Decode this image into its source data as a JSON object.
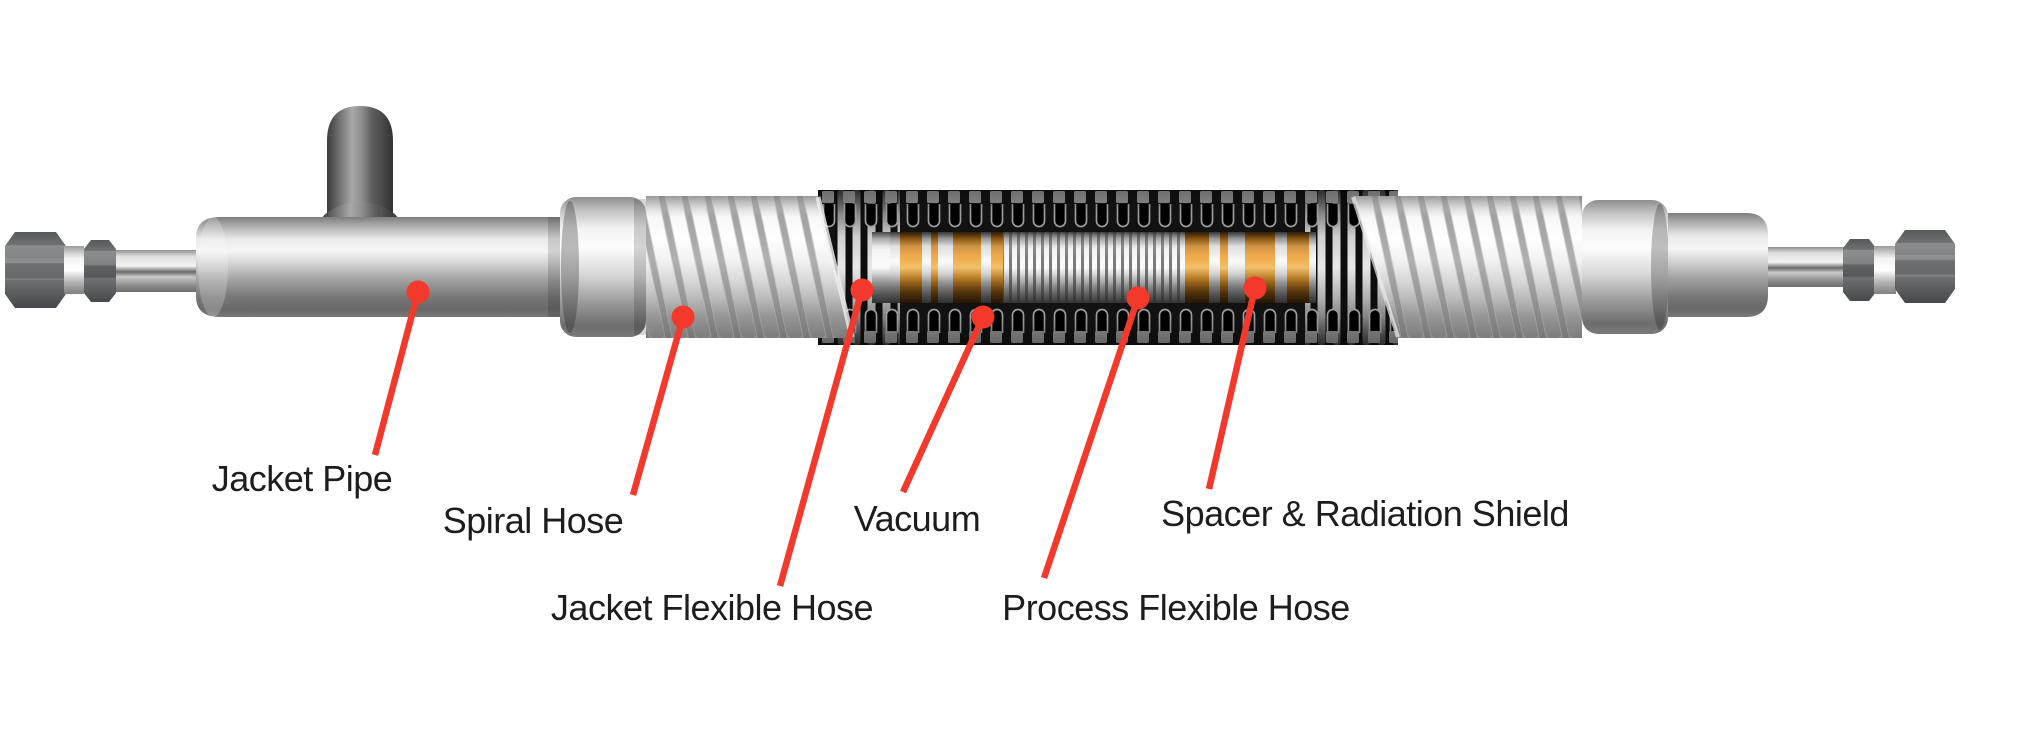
{
  "figure": {
    "type": "labeled-diagram",
    "subject": "Vacuum jacketed flexible hose cutaway",
    "background_color": "#ffffff",
    "accent_color": "#f2392b",
    "label_text_color": "#1d1d1f",
    "materials": {
      "steel_light": "#efefef",
      "steel_mid": "#9a9a9a",
      "steel_dark": "#4a4c50",
      "hose_black": "#121212",
      "copper_band": "#d98a28",
      "silver_band": "#e8e8e8"
    },
    "callouts": [
      {
        "id": "jacket-pipe",
        "text": "Jacket Pipe"
      },
      {
        "id": "spiral-hose",
        "text": "Spiral Hose"
      },
      {
        "id": "jacket-flexible-hose",
        "text": "Jacket Flexible Hose"
      },
      {
        "id": "vacuum",
        "text": "Vacuum"
      },
      {
        "id": "process-flexible-hose",
        "text": "Process Flexible Hose"
      },
      {
        "id": "spacer-radiation-shield",
        "text": "Spacer & Radiation Shield"
      }
    ]
  }
}
